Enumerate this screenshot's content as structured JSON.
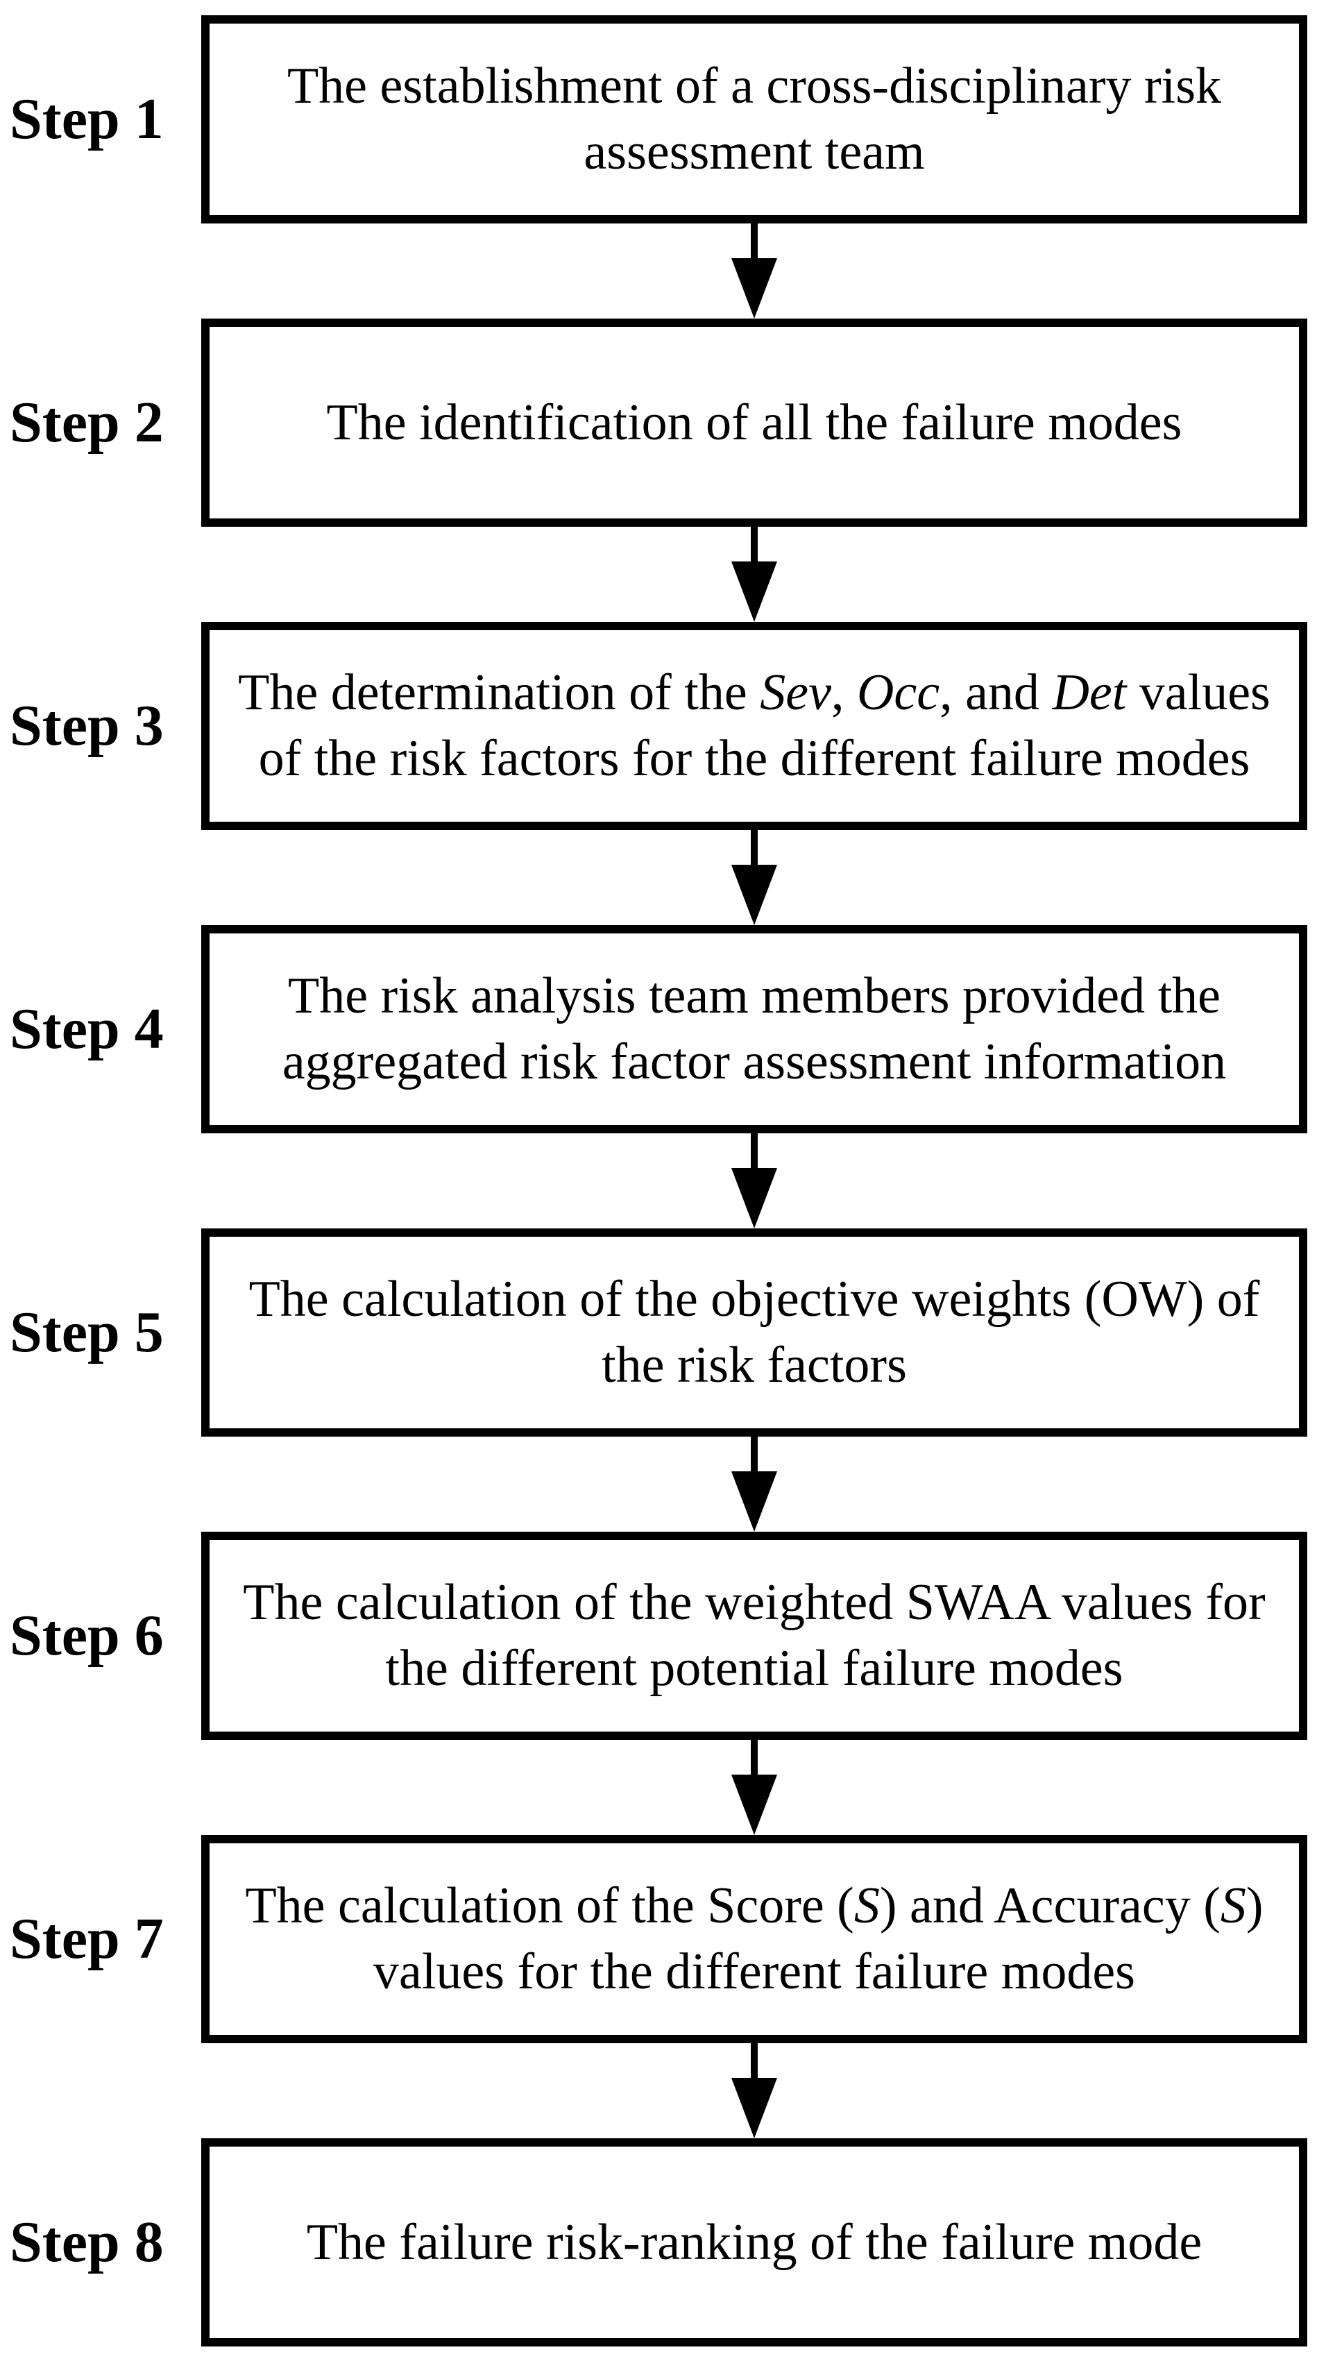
{
  "figure": {
    "type": "flowchart",
    "direction": "top-to-bottom",
    "colors": {
      "background": "#ffffff",
      "box_border": "#000000",
      "arrow": "#000000",
      "text": "#000000"
    },
    "steps": [
      {
        "label": "Step 1",
        "segments": [
          {
            "text": "The establishment of a cross-disciplinary risk assessment team",
            "italic": false
          }
        ]
      },
      {
        "label": "Step 2",
        "segments": [
          {
            "text": "The identification of all the failure modes",
            "italic": false
          }
        ]
      },
      {
        "label": "Step 3",
        "segments": [
          {
            "text": "The determination of the ",
            "italic": false
          },
          {
            "text": "Sev",
            "italic": true
          },
          {
            "text": ", ",
            "italic": false
          },
          {
            "text": "Occ",
            "italic": true
          },
          {
            "text": ", and ",
            "italic": false
          },
          {
            "text": "Det",
            "italic": true
          },
          {
            "text": " values of the risk factors for the different failure modes",
            "italic": false
          }
        ]
      },
      {
        "label": "Step 4",
        "segments": [
          {
            "text": "The risk analysis team members provided the aggregated risk factor assessment information",
            "italic": false
          }
        ]
      },
      {
        "label": "Step 5",
        "segments": [
          {
            "text": "The calculation of the objective weights (OW) of the risk factors",
            "italic": false
          }
        ]
      },
      {
        "label": "Step 6",
        "segments": [
          {
            "text": "The calculation of the weighted SWAA values for the different potential failure modes",
            "italic": false
          }
        ]
      },
      {
        "label": "Step 7",
        "segments": [
          {
            "text": "The calculation of the Score (",
            "italic": false
          },
          {
            "text": "S",
            "italic": true
          },
          {
            "text": ") and Accuracy (",
            "italic": false
          },
          {
            "text": "S",
            "italic": true
          },
          {
            "text": ") values for the different failure modes",
            "italic": false
          }
        ]
      },
      {
        "label": "Step 8",
        "segments": [
          {
            "text": "The failure risk-ranking of the failure mode",
            "italic": false
          }
        ]
      }
    ]
  }
}
